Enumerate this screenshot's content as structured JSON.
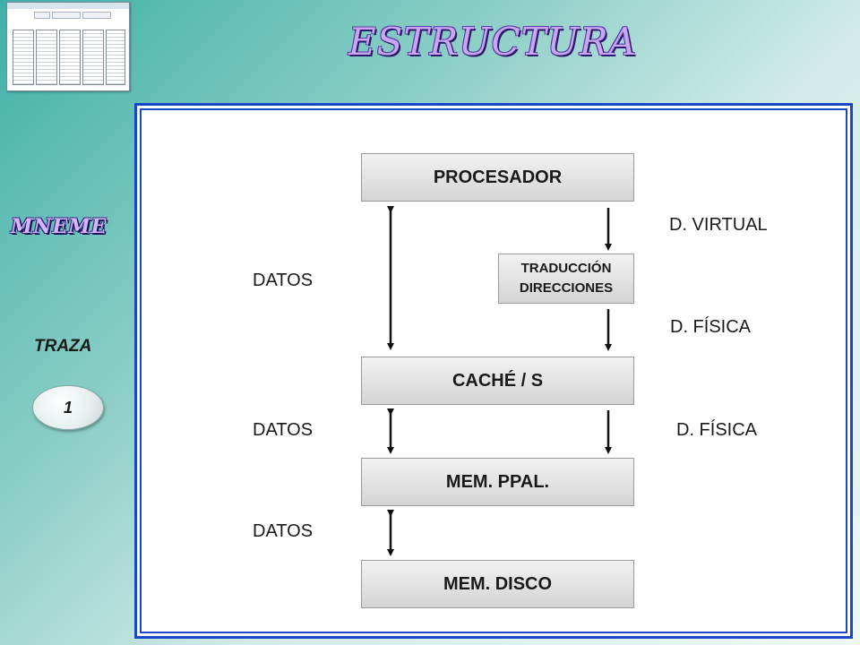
{
  "title": "ESTRUCTURA",
  "brand": "MNEME",
  "trace": {
    "label": "TRAZA",
    "number": "1"
  },
  "boxes": {
    "processor": "PROCESADOR",
    "translation_line1": "TRADUCCIÓN",
    "translation_line2": "DIRECCIONES",
    "cache": "CACHÉ / S",
    "main_memory": "MEM. PPAL.",
    "disk": "MEM. DISCO"
  },
  "labels": {
    "virtual_address": "D. VIRTUAL",
    "physical_address_1": "D. FÍSICA",
    "physical_address_2": "D. FÍSICA",
    "data_1": "DATOS",
    "data_2": "DATOS",
    "data_3": "DATOS"
  },
  "colors": {
    "panel_border": "#1848c8",
    "title": "#c9a6f2"
  }
}
